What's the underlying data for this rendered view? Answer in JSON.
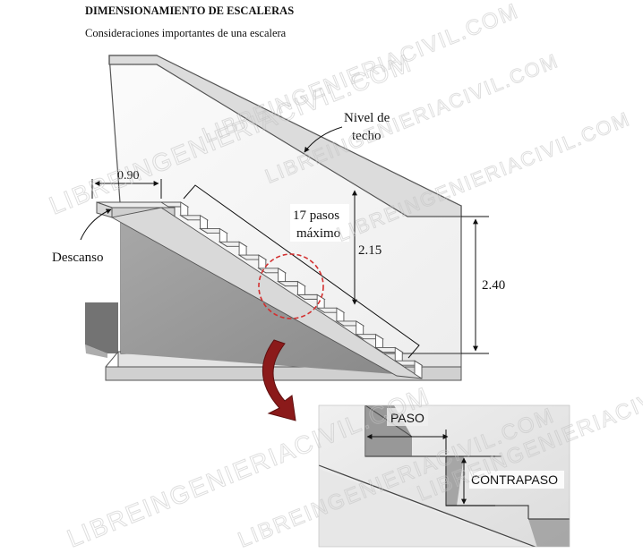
{
  "header": {
    "title": "DIMENSIONAMIENTO DE ESCALERAS",
    "subtitle": "Consideraciones importantes de una escalera"
  },
  "diagram": {
    "labels": {
      "ceiling_line": [
        "Nivel de",
        "techo"
      ],
      "landing_width": "0.90",
      "steps_count": [
        "17 pasos",
        "máximo"
      ],
      "clearance_height": "2.15",
      "floor_to_ceiling": "2.40",
      "landing": "Descanso"
    },
    "detail": {
      "tread": "PASO",
      "riser": "CONTRAPASO"
    },
    "colors": {
      "highlight_circle": "#d32f2f",
      "arrow": "#8b1a1a",
      "wall_shadow": "#9a9a9a",
      "concrete": "#e6e6e6"
    }
  },
  "watermarks": [
    "LIBREINGENIERIACIVIL.COM",
    "LIBREINGENIERIACIVIL.COM",
    "LIBREINGENIERIACIVIL.COM",
    "LIBREINGENIERIACIVIL.COM",
    "LIBREINGENIERIACIVIL.COM",
    "LIBREINGENIERIACIVIL.COM",
    "LIBREINGENIERIACIVIL.COM"
  ]
}
